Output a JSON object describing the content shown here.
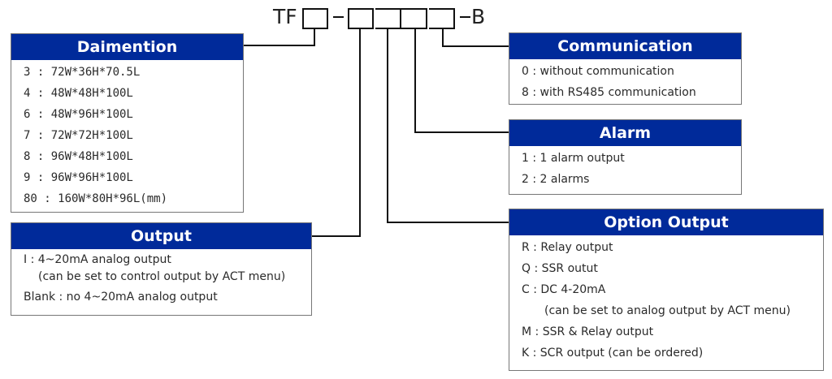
{
  "model_code": {
    "prefix": "TF",
    "suffix": "B",
    "separator": "-",
    "slot_count_first_group": 1,
    "slot_count_second_group": 4
  },
  "panels": {
    "dimension": {
      "title": "Daimention",
      "items": [
        "3 : 72W*36H*70.5L",
        "4 : 48W*48H*100L",
        "6 : 48W*96H*100L",
        "7 : 72W*72H*100L",
        "8 : 96W*48H*100L",
        "9 : 96W*96H*100L",
        "80 : 160W*80H*96L(mm)"
      ]
    },
    "output": {
      "title": "Output",
      "items": [
        "I : 4~20mA analog output",
        "(can be set to control output by ACT menu)",
        "Blank : no 4~20mA analog output"
      ]
    },
    "communication": {
      "title": "Communication",
      "items": [
        "0 : without communication",
        "8 : with RS485 communication"
      ]
    },
    "alarm": {
      "title": "Alarm",
      "items": [
        "1 : 1 alarm output",
        "2 : 2 alarms"
      ]
    },
    "option_output": {
      "title": "Option Output",
      "items": [
        "R : Relay output",
        "Q : SSR outut",
        "C : DC 4-20mA",
        "(can be set to analog output by ACT menu)",
        "M : SSR & Relay output",
        "K : SCR output (can be ordered)"
      ]
    }
  },
  "colors": {
    "header_bg": "#002a9a",
    "header_text": "#ffffff",
    "connector": "#111111"
  }
}
